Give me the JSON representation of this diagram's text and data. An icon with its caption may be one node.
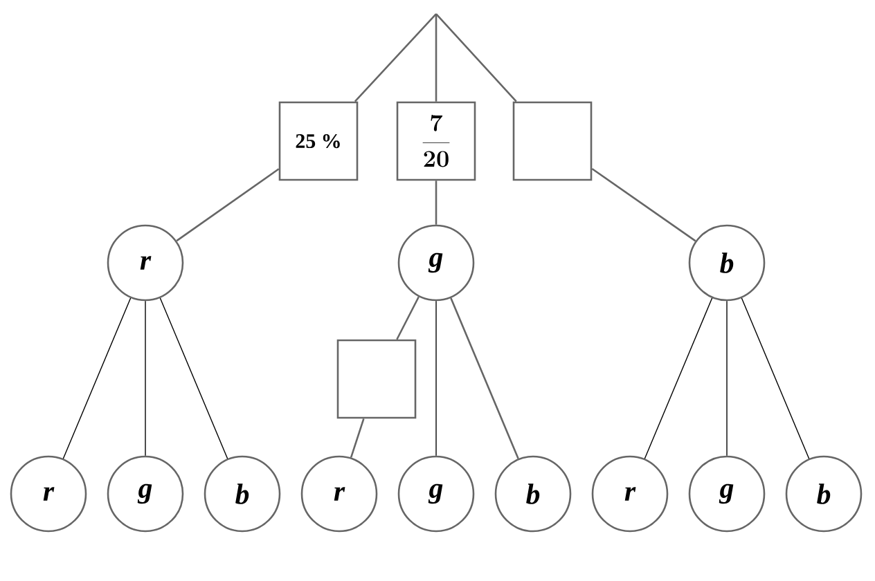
{
  "diagram": {
    "nodes": [
      {
        "text": [
          "25 %"
        ]
      },
      {
        "text": [
          "\\frac{7}{20}"
        ]
      },
      {
        "text": [],
        "shape": "box"
      },
      {
        "text": [
          "r"
        ]
      },
      {
        "text": [
          "g"
        ]
      },
      {
        "text": [
          "b"
        ]
      },
      {
        "text": [],
        "shape": "box"
      },
      {
        "text": [
          "r"
        ]
      },
      {
        "text": [
          "g"
        ]
      },
      {
        "text": [
          "b"
        ]
      },
      {
        "text": [
          "r"
        ]
      },
      {
        "text": [
          "g"
        ]
      },
      {
        "text": [
          "b"
        ]
      },
      {
        "text": [
          "r"
        ]
      },
      {
        "text": [
          "g"
        ]
      },
      {
        "text": [
          "b"
        ]
      }
    ],
    "edges": [
      {
        "from": null,
        "to": 0,
        "arrow": "none"
      },
      {
        "from": 0,
        "to": 3,
        "arrow": "none"
      },
      {
        "from": null,
        "to": 1,
        "arrow": "none"
      },
      {
        "from": 1,
        "to": 4,
        "arrow": "none"
      },
      {
        "from": null,
        "to": 2,
        "arrow": "none"
      },
      {
        "from": 2,
        "to": 5,
        "arrow": "none"
      },
      {
        "from": 3,
        "to": 7,
        "arrow": "none",
        "color": "#000000"
      },
      {
        "from": 3,
        "to": 8,
        "arrow": "none",
        "color": "#000000"
      },
      {
        "from": 3,
        "to": 9,
        "arrow": "none",
        "color": "#000000"
      },
      {
        "from": 4,
        "to": 6,
        "arrow": "none"
      },
      {
        "from": 6,
        "to": 10,
        "arrow": "none"
      },
      {
        "from": 4,
        "to": 11,
        "arrow": "none",
        "color": "#000000"
      },
      {
        "from": 4,
        "to": 12,
        "arrow": "none"
      },
      {
        "from": 5,
        "to": 13,
        "arrow": "none",
        "color": "#000000"
      },
      {
        "from": 5,
        "to": 14,
        "arrow": "none",
        "color": "#000000"
      },
      {
        "from": 5,
        "to": 15,
        "arrow": "none",
        "color": "#000000"
      }
    ]
  }
}
